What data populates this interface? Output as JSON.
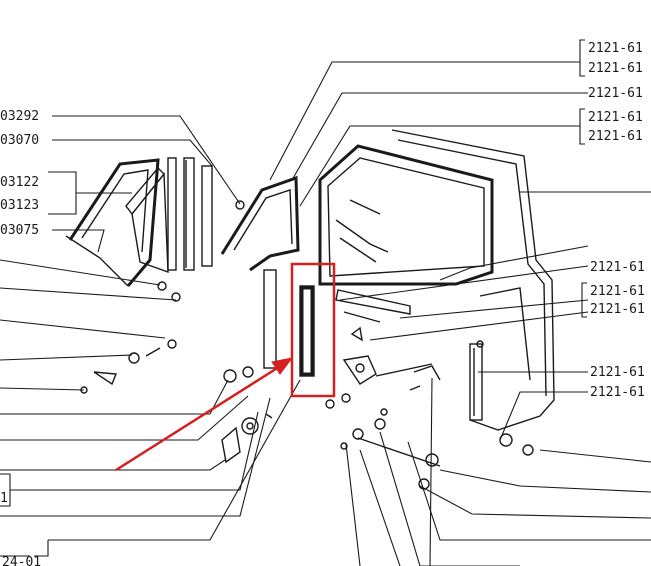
{
  "labels_left": [
    "03292",
    "03070",
    "03122",
    "03123",
    "03075"
  ],
  "labels_right": [
    "2121-61",
    "2121-61",
    "2121-61",
    "2121-61",
    "2121-61",
    "2121-61",
    "2121-61",
    "2121-61",
    "2121-61",
    "2121-61"
  ],
  "label_box_left_bottom": "1",
  "label_bottom_left": "24-01",
  "colors": {
    "line": "#1a1a1a",
    "highlight": "#d42020",
    "background": "#ffffff"
  }
}
